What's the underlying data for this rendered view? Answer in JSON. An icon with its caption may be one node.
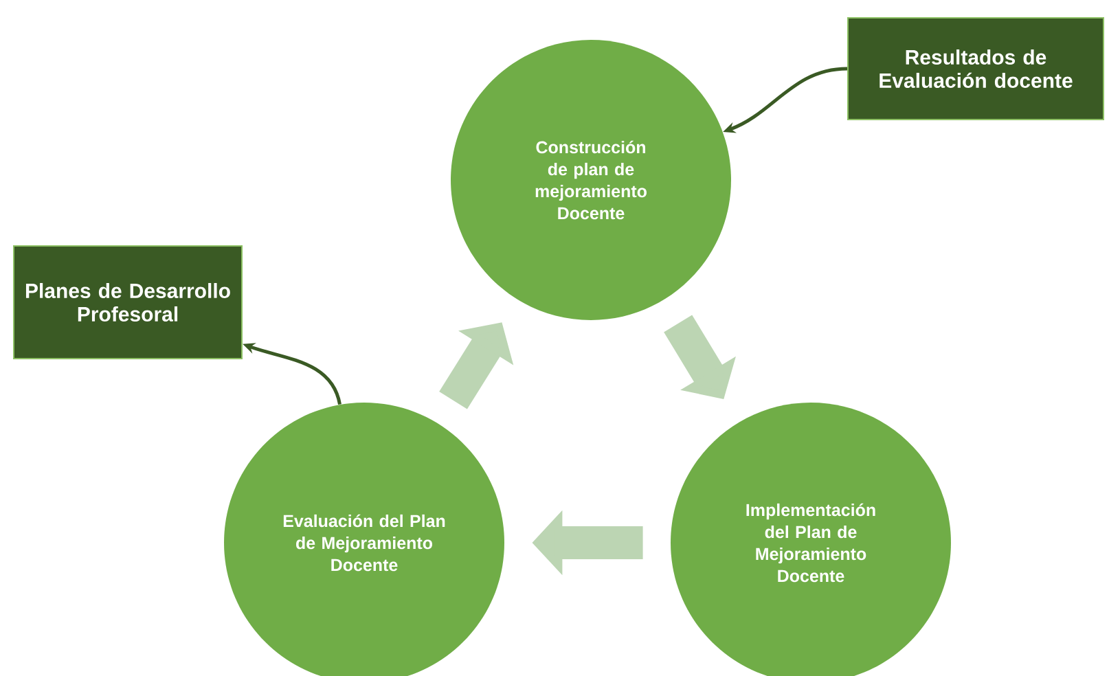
{
  "diagram": {
    "nodes": [
      {
        "text": [
          "Resultados de Evaluación docente"
        ]
      },
      {
        "text": [
          "Construcción de plan de mejoramiento Docente"
        ]
      },
      {
        "text": [
          "Implementación del Plan de Mejoramiento Docente"
        ]
      },
      {
        "text": [
          "Evaluación del Plan de Mejoramiento Docente"
        ]
      },
      {
        "text": [
          "Planes de Desarrollo Profesoral"
        ]
      }
    ],
    "edges": [
      {
        "from": 0,
        "to": 1,
        "arrow": "to",
        "color": "#3a5a24"
      },
      {
        "from": 1,
        "to": 2,
        "arrow": "to"
      },
      {
        "from": 2,
        "to": 3,
        "arrow": "to"
      },
      {
        "from": 3,
        "to": 1,
        "arrow": "to"
      },
      {
        "from": 3,
        "to": 4,
        "arrow": "to",
        "color": "#3a5a24"
      }
    ]
  }
}
